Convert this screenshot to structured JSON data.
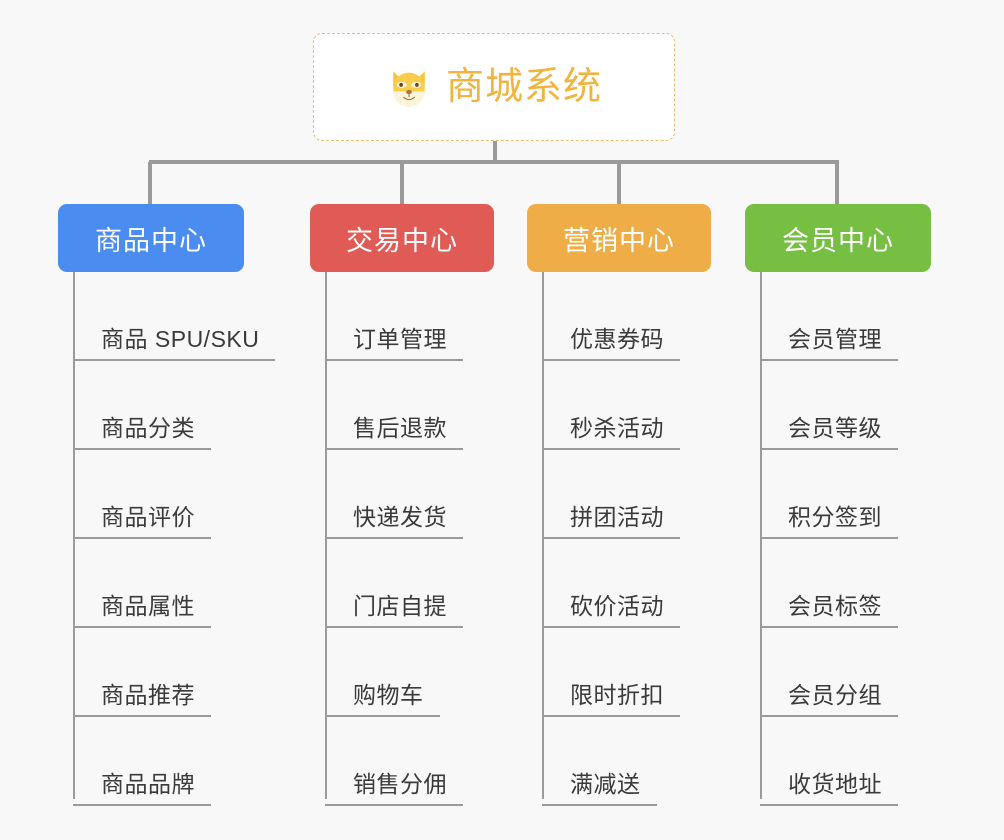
{
  "diagram": {
    "title": "商城系统",
    "background_color": "#f8f8f8",
    "root": {
      "label": "商城系统",
      "icon": "dog-face-icon",
      "text_color": "#f0b43f",
      "border_color": "#e8bd73",
      "fill_color": "#ffffff"
    },
    "connector_color": "#9a9a9a",
    "categories": [
      {
        "label": "商品中心",
        "color": "#4a8cf0",
        "items": [
          {
            "label": "商品 SPU/SKU"
          },
          {
            "label": "商品分类"
          },
          {
            "label": "商品评价"
          },
          {
            "label": "商品属性"
          },
          {
            "label": "商品推荐"
          },
          {
            "label": "商品品牌"
          }
        ]
      },
      {
        "label": "交易中心",
        "color": "#e15b56",
        "items": [
          {
            "label": "订单管理"
          },
          {
            "label": "售后退款"
          },
          {
            "label": "快递发货"
          },
          {
            "label": "门店自提"
          },
          {
            "label": "购物车"
          },
          {
            "label": "销售分佣"
          }
        ]
      },
      {
        "label": "营销中心",
        "color": "#eead46",
        "items": [
          {
            "label": "优惠券码"
          },
          {
            "label": "秒杀活动"
          },
          {
            "label": "拼团活动"
          },
          {
            "label": "砍价活动"
          },
          {
            "label": "限时折扣"
          },
          {
            "label": "满减送"
          }
        ]
      },
      {
        "label": "会员中心",
        "color": "#76bf43",
        "items": [
          {
            "label": "会员管理"
          },
          {
            "label": "会员等级"
          },
          {
            "label": "积分签到"
          },
          {
            "label": "会员标签"
          },
          {
            "label": "会员分组"
          },
          {
            "label": "收货地址"
          }
        ]
      }
    ]
  }
}
